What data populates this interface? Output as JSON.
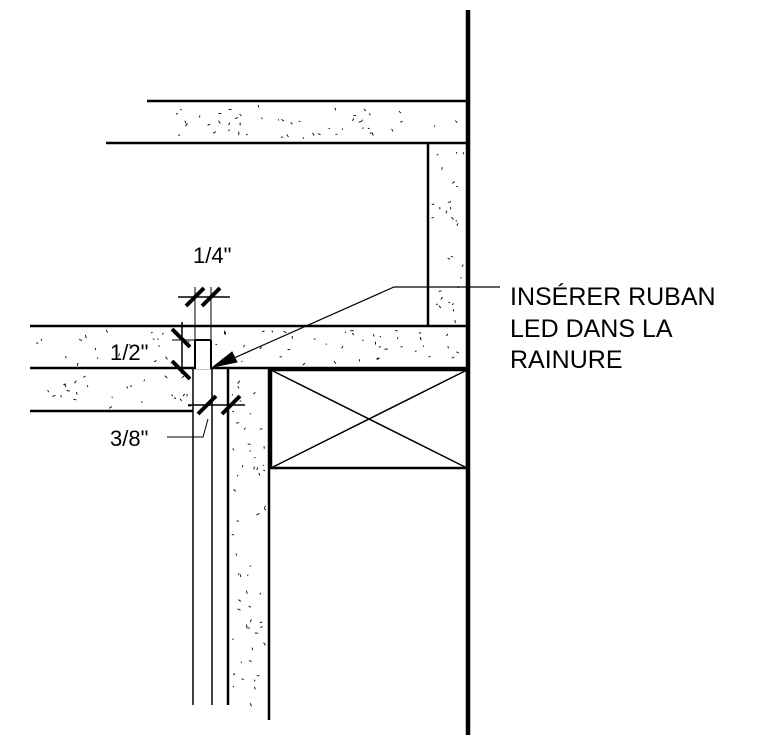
{
  "diagram": {
    "type": "architectural-section-detail",
    "colors": {
      "line": "#000000",
      "background": "#ffffff",
      "fill_pattern": "stipple"
    }
  },
  "note": {
    "lines": [
      "INSÉRER RUBAN",
      "LED DANS LA",
      "RAINURE"
    ]
  },
  "dimensions": {
    "groove_width": "1/4\"",
    "groove_depth": "1/2\"",
    "reveal": "3/8\""
  }
}
